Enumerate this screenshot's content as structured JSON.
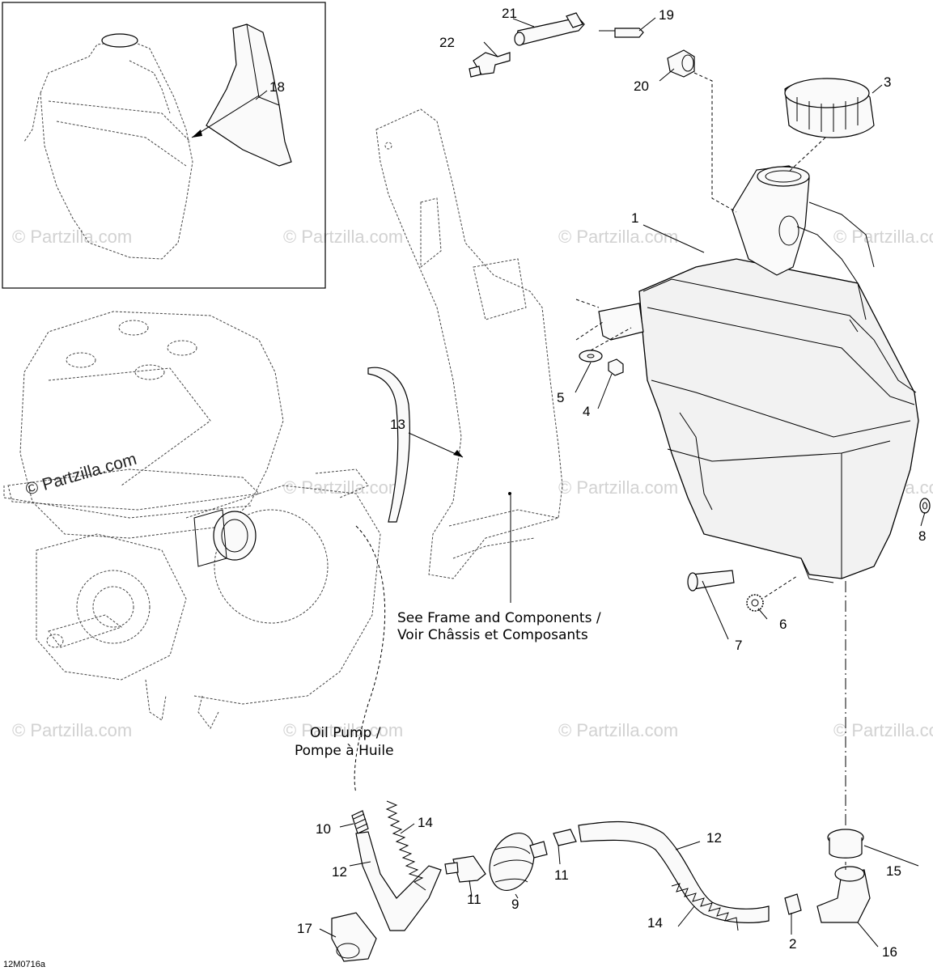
{
  "diagram": {
    "ref_code": "12M0716a",
    "watermark": "© Partzilla.com",
    "notes": {
      "frame_line1": "See Frame and Components /",
      "frame_line2": "Voir Châssis et Composants",
      "pump_line1": "Oil Pump /",
      "pump_line2": "Pompe à Huile"
    },
    "callouts": {
      "c1": "1",
      "c2": "2",
      "c3": "3",
      "c4": "4",
      "c5": "5",
      "c6": "6",
      "c7": "7",
      "c8": "8",
      "c9": "9",
      "c10": "10",
      "c11a": "11",
      "c11b": "11",
      "c12a": "12",
      "c12b": "12",
      "c13": "13",
      "c14a": "14",
      "c14b": "14",
      "c15": "15",
      "c16": "16",
      "c17": "17",
      "c18": "18",
      "c19": "19",
      "c20": "20",
      "c21": "21",
      "c22": "22"
    }
  }
}
